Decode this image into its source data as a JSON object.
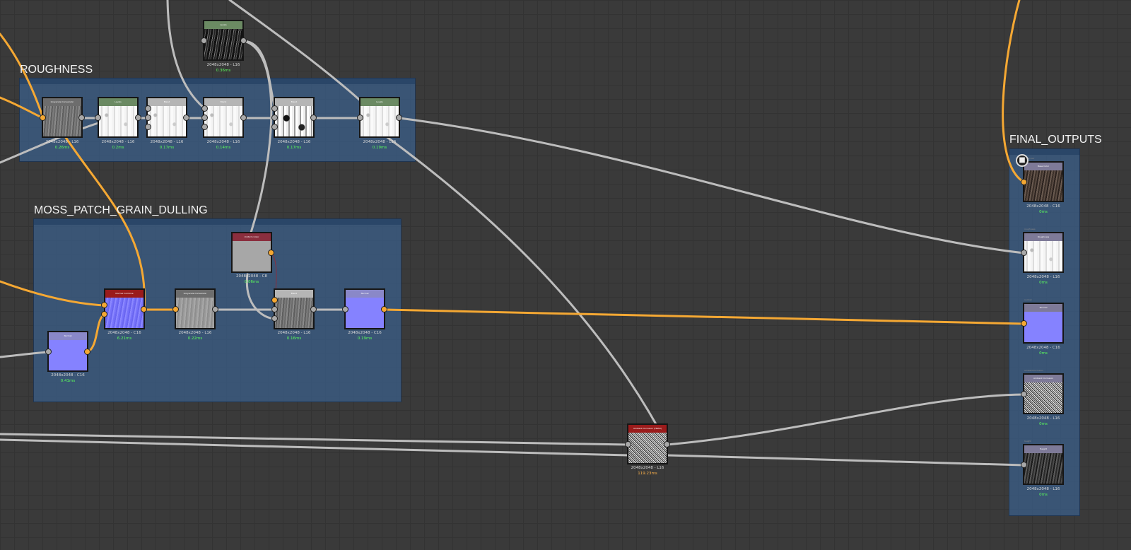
{
  "frames": {
    "roughness": "ROUGHNESS",
    "moss": "MOSS_PATCH_GRAIN_DULLING",
    "final": "FINAL_OUTPUTS"
  },
  "nodes": {
    "levels_top": {
      "header": "Levels",
      "res": "2048x2048 - L16",
      "time": "0.36ms"
    },
    "grayscale_r": {
      "header": "Grayscale Conversion",
      "res": "2048x2048 - L16",
      "time": "0.26ms"
    },
    "levels_r": {
      "header": "Levels",
      "res": "2048x2048 - L16",
      "time": "0.2ms"
    },
    "blend_r1": {
      "header": "Blend",
      "res": "2048x2048 - L16",
      "time": "0.17ms"
    },
    "blend_r2": {
      "header": "Blend",
      "res": "2048x2048 - L16",
      "time": "0.14ms"
    },
    "blend_r3": {
      "header": "Blend",
      "res": "2048x2048 - L16",
      "time": "0.17ms"
    },
    "levels_r2": {
      "header": "Levels",
      "res": "2048x2048 - L16",
      "time": "0.19ms"
    },
    "uniform_color": {
      "header": "Uniform Color",
      "res": "2048x2048 - C8",
      "time": "0.06ms"
    },
    "normal_combine": {
      "header": "Normal Combine",
      "res": "2048x2048 - C16",
      "time": "6.21ms"
    },
    "grayscale_m": {
      "header": "Grayscale Conversion",
      "res": "2048x2048 - L16",
      "time": "0.22ms"
    },
    "blend_m": {
      "header": "Blend",
      "res": "2048x2048 - L16",
      "time": "0.16ms"
    },
    "normal_m": {
      "header": "Normal",
      "res": "2048x2048 - C16",
      "time": "0.19ms"
    },
    "normal_in": {
      "header": "Normal",
      "res": "2048x2048 - C16",
      "time": "0.41ms"
    },
    "ao_hbao": {
      "header": "Ambient Occlusion (HBAO)",
      "res": "2048x2048 - L16",
      "time": "119.23ms"
    },
    "out_basecolor": {
      "header": "Base Color",
      "res": "2048x2048 - C16",
      "time": "0ms",
      "slot": "basecolor"
    },
    "out_roughness": {
      "header": "Roughness",
      "res": "2048x2048 - L16",
      "time": "0ms",
      "slot": "roughness"
    },
    "out_normal": {
      "header": "Normal",
      "res": "2048x2048 - C16",
      "time": "0ms",
      "slot": "normal"
    },
    "out_ao": {
      "header": "Ambient Occlusion",
      "res": "2048x2048 - L16",
      "time": "0ms",
      "slot": "ambientOcclusion"
    },
    "out_height": {
      "header": "Height",
      "res": "2048x2048 - L16",
      "time": "0ms",
      "slot": "height"
    }
  },
  "colors": {
    "header_levels": "#6b8a63",
    "header_blend": "#b5b5b5",
    "header_grayscale": "#6d6d6d",
    "header_red": "#9a1b1b",
    "header_uniform": "#8b2e3e",
    "header_normal": "#8a88c8",
    "header_output": "#7e7a98",
    "wire_gray": "#bdbdbd",
    "wire_orange": "#f5a833",
    "time_ok": "#5bff5b",
    "time_warn": "#ffb24a"
  }
}
